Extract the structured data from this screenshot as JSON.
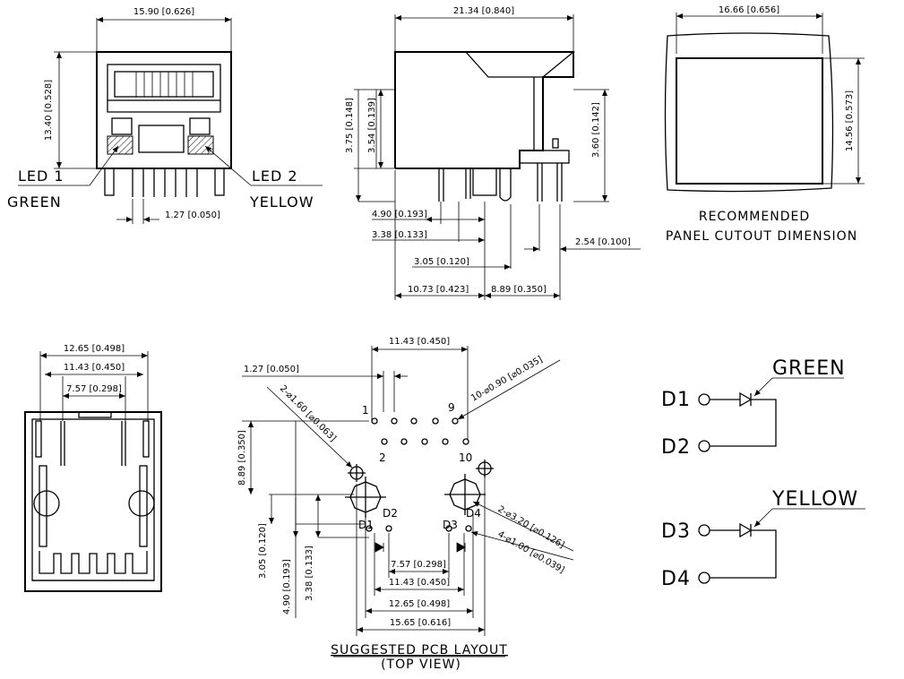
{
  "front_view": {
    "width_dim": "15.90 [0.626]",
    "height_dim": "13.40 [0.528]",
    "pitch_dim": "1.27 [0.050]",
    "led1_label": "LED 1",
    "led1_color": "GREEN",
    "led2_label": "LED 2",
    "led2_color": "YELLOW"
  },
  "side_view": {
    "length_dim": "21.34 [0.840]",
    "h1_dim": "3.75 [0.148]",
    "h2_dim": "3.54 [0.139]",
    "h3_dim": "3.60 [0.142]",
    "d1": "4.90 [0.193]",
    "d2": "3.38 [0.133]",
    "d3": "3.05 [0.120]",
    "d4": "10.73 [0.423]",
    "d5": "8.89 [0.350]",
    "d6": "2.54 [0.100]"
  },
  "panel_cutout": {
    "width_dim": "16.66 [0.656]",
    "height_dim": "14.56 [0.573]",
    "title_line1": "RECOMMENDED",
    "title_line2": "PANEL CUTOUT DIMENSION"
  },
  "bottom_view": {
    "dim1": "12.65 [0.498]",
    "dim2": "11.43 [0.450]",
    "dim3": "7.57 [0.298]"
  },
  "pcb_layout": {
    "top_dim": "11.43 [0.450]",
    "pitch_dim": "1.27 [0.050]",
    "holes_small": "10-⌀0.90 [⌀0.035]",
    "holes_med": "2-⌀1.60 [⌀0.063]",
    "holes_large": "2-⌀3.20 [⌀0.126]",
    "holes_led": "4-⌀1.00 [⌀0.039]",
    "v_dim1": "8.89 [0.350]",
    "v_dim2": "3.05 [0.120]",
    "v_dim3": "4.90 [0.193]",
    "v_dim4": "3.38 [0.133]",
    "b_dim1": "7.57 [0.298]",
    "b_dim2": "11.43 [0.450]",
    "b_dim3": "12.65 [0.498]",
    "b_dim4": "15.65 [0.616]",
    "pin1": "1",
    "pin2": "2",
    "pin9": "9",
    "pin10": "10",
    "d1": "D1",
    "d2": "D2",
    "d3": "D3",
    "d4": "D4",
    "title": "SUGGESTED PCB LAYOUT",
    "subtitle": "(TOP VIEW)"
  },
  "led_schematic": {
    "green_label": "GREEN",
    "yellow_label": "YELLOW",
    "d1": "D1",
    "d2": "D2",
    "d3": "D3",
    "d4": "D4"
  }
}
